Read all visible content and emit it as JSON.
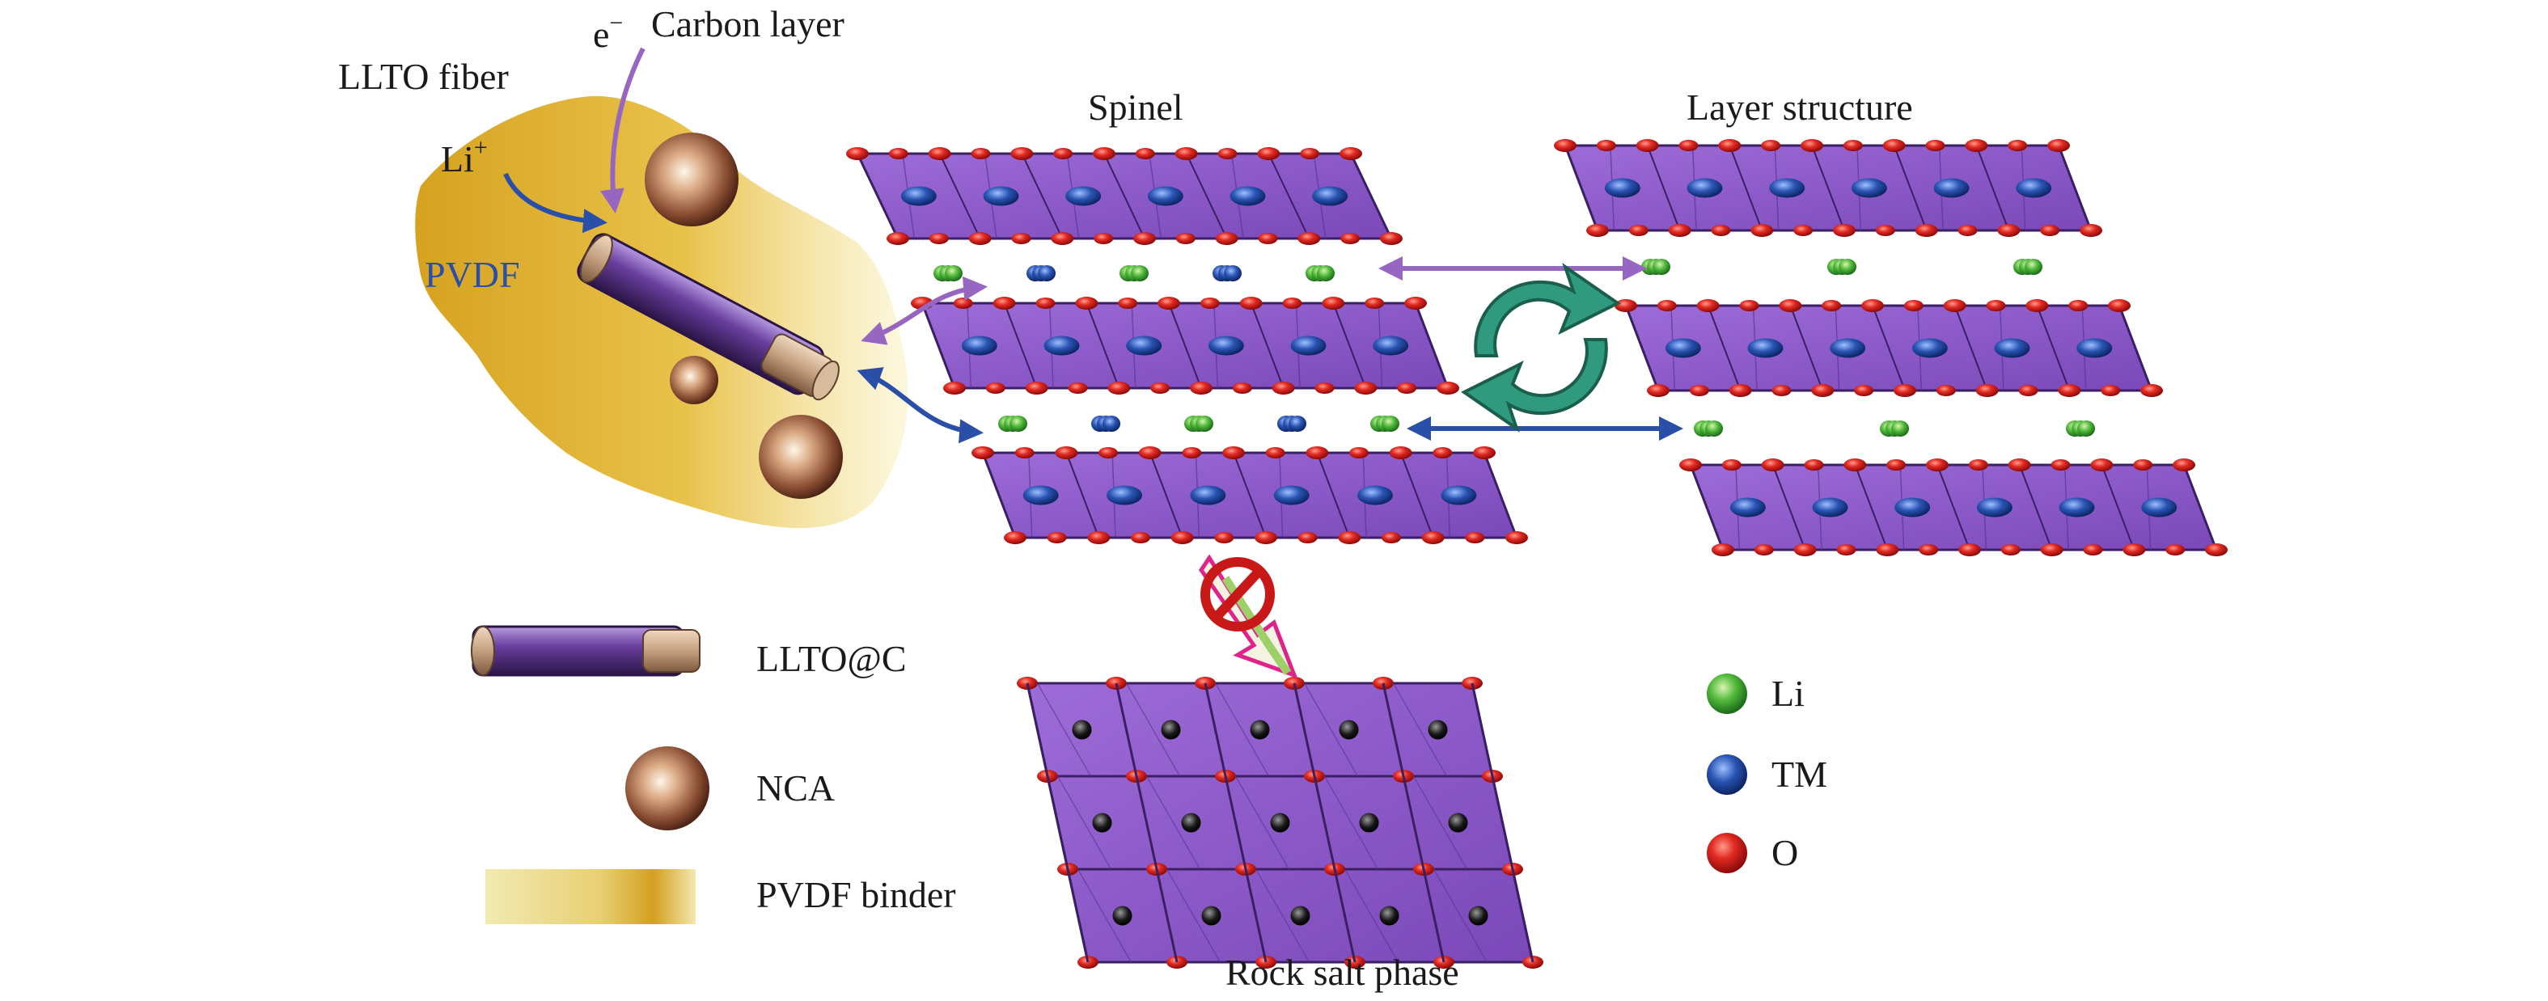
{
  "labels": {
    "llto_fiber": "LLTO fiber",
    "electron": "e",
    "electron_sup": "−",
    "carbon_layer": "Carbon layer",
    "li_ion": "Li",
    "li_ion_sup": "+",
    "pvdf": "PVDF",
    "spinel": "Spinel",
    "layer_structure": "Layer structure",
    "rock_salt_phase": "Rock salt phase"
  },
  "legend_left": {
    "llto_c": "LLTO@C",
    "nca": "NCA",
    "pvdf_binder": "PVDF binder"
  },
  "legend_right": {
    "li": "Li",
    "tm": "TM",
    "o": "O"
  },
  "colors": {
    "octahedron": "#8a57c8",
    "octahedron_edge": "#3a1f63",
    "oxygen": "#d4141e",
    "tm": "#2a55b4",
    "li": "#4fb83a",
    "pvdf": "#d9a828",
    "purple_arrow": "#9766c0",
    "blue_arrow": "#2a4fa8",
    "cycle_arrow": "#2f9a7e",
    "nca": "#8a4e33"
  },
  "icons": {
    "cycle": "cycle-arrows-icon",
    "prohibited": "prohibited-icon"
  }
}
